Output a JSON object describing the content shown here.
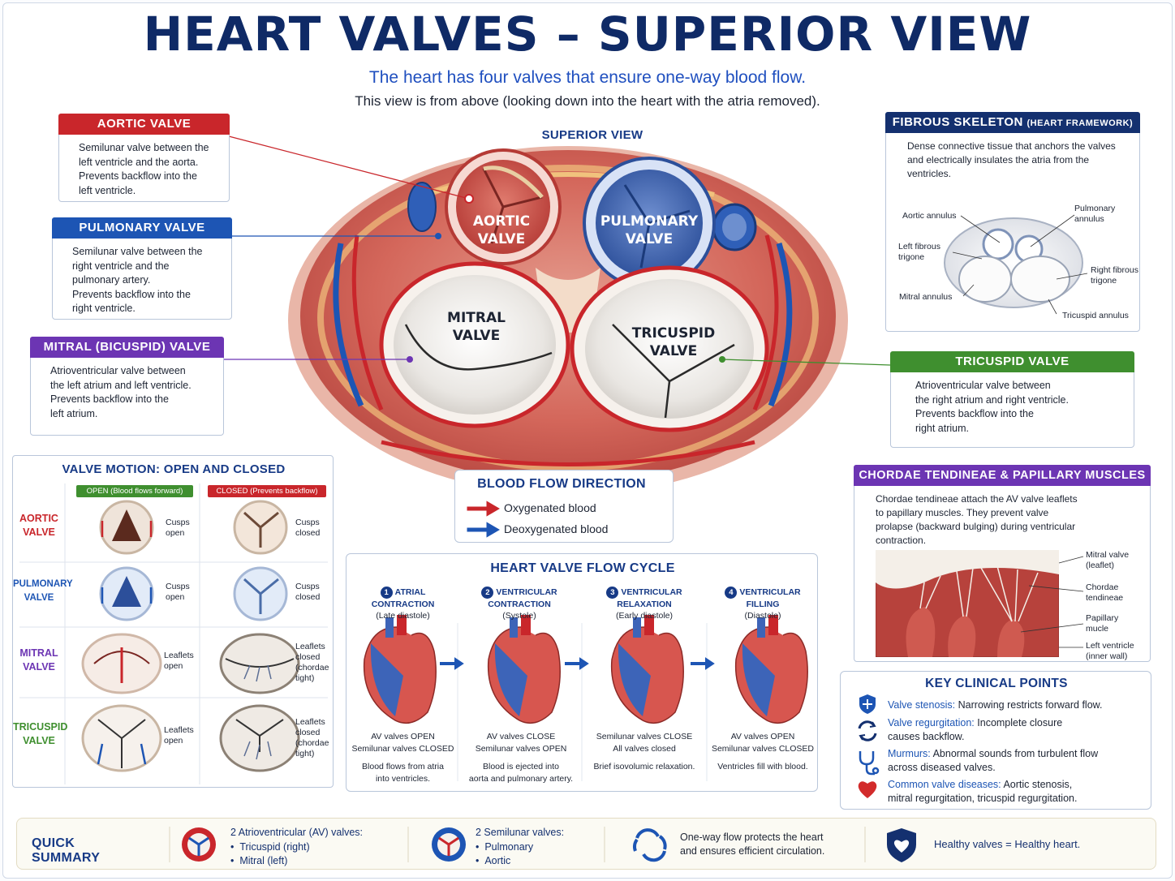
{
  "header": {
    "title": "HEART VALVES – SUPERIOR VIEW",
    "subtitle": "The heart has four valves that ensure one-way blood flow.",
    "subtitle2": "This view is from above (looking down into the heart with the atria removed)."
  },
  "center": {
    "view_label": "SUPERIOR VIEW",
    "aortic": [
      "AORTIC",
      "VALVE"
    ],
    "pulmonary": [
      "PULMONARY",
      "VALVE"
    ],
    "mitral": [
      "MITRAL",
      "VALVE"
    ],
    "tricuspid": [
      "TRICUSPID",
      "VALVE"
    ]
  },
  "callouts": {
    "aortic": {
      "title": "AORTIC VALVE",
      "lines": [
        "Semilunar valve between the",
        "left ventricle and the aorta.",
        "Prevents backflow into the",
        "left ventricle."
      ]
    },
    "pulmonary": {
      "title": "PULMONARY VALVE",
      "lines": [
        "Semilunar valve between the",
        "right ventricle and the",
        "pulmonary artery.",
        "Prevents backflow into the",
        "right ventricle."
      ]
    },
    "mitral": {
      "title": "MITRAL (BICUSPID) VALVE",
      "lines": [
        "Atrioventricular valve between",
        "the left atrium and left ventricle.",
        "Prevents backflow into the",
        "left atrium."
      ]
    },
    "tricuspid": {
      "title": "TRICUSPID VALVE",
      "lines": [
        "Atrioventricular valve between",
        "the right atrium and right ventricle.",
        "Prevents backflow into the",
        "right atrium."
      ]
    }
  },
  "fibrous": {
    "title": "FIBROUS SKELETON",
    "title_note": "(HEART FRAMEWORK)",
    "lines": [
      "Dense connective tissue that anchors the valves",
      "and electrically insulates the atria from the",
      "ventricles."
    ],
    "labels": {
      "aortic_annulus": "Aortic annulus",
      "pulmonary_annulus": [
        "Pulmonary",
        "annulus"
      ],
      "left_trigone": [
        "Left fibrous",
        "trigone"
      ],
      "right_trigone": [
        "Right fibrous",
        "trigone"
      ],
      "mitral_annulus": "Mitral annulus",
      "tricuspid_annulus": "Tricuspid annulus"
    }
  },
  "motion": {
    "title": "VALVE MOTION: OPEN AND CLOSED",
    "open_header": "OPEN (Blood flows forward)",
    "closed_header": "CLOSED (Prevents backflow)",
    "rows": [
      {
        "name": [
          "AORTIC",
          "VALVE"
        ],
        "color": "#c9262b",
        "open": [
          "Cusps",
          "open"
        ],
        "closed": [
          "Cusps",
          "closed"
        ]
      },
      {
        "name": [
          "PULMONARY",
          "VALVE"
        ],
        "color": "#1d55b4",
        "open": [
          "Cusps",
          "open"
        ],
        "closed": [
          "Cusps",
          "closed"
        ]
      },
      {
        "name": [
          "MITRAL",
          "VALVE"
        ],
        "color": "#6c35b3",
        "open": [
          "Leaflets",
          "open"
        ],
        "closed": [
          "Leaflets",
          "closed",
          "(chordae",
          "tight)"
        ]
      },
      {
        "name": [
          "TRICUSPID",
          "VALVE"
        ],
        "color": "#3f8f2f",
        "open": [
          "Leaflets",
          "open"
        ],
        "closed": [
          "Leaflets",
          "closed",
          "(chordae",
          "tight)"
        ]
      }
    ]
  },
  "flow_direction": {
    "title": "BLOOD FLOW DIRECTION",
    "oxygenated": "Oxygenated blood",
    "deoxygenated": "Deoxygenated blood"
  },
  "cycle": {
    "title": "HEART VALVE FLOW CYCLE",
    "steps": [
      {
        "num": "1",
        "name": "ATRIAL CONTRACTION",
        "phase": "(Late diastole)",
        "state": [
          "AV valves OPEN",
          "Semilunar valves CLOSED"
        ],
        "desc": [
          "Blood flows from atria",
          "into ventricles."
        ]
      },
      {
        "num": "2",
        "name": "VENTRICULAR CONTRACTION",
        "phase": "(Systole)",
        "state": [
          "AV valves CLOSE",
          "Semilunar valves OPEN"
        ],
        "desc": [
          "Blood is ejected into",
          "aorta and pulmonary artery."
        ]
      },
      {
        "num": "3",
        "name": "VENTRICULAR RELAXATION",
        "phase": "(Early diastole)",
        "state": [
          "Semilunar valves CLOSE",
          "All valves closed"
        ],
        "desc": [
          "Brief isovolumic relaxation."
        ]
      },
      {
        "num": "4",
        "name": "VENTRICULAR FILLING",
        "phase": "(Diastole)",
        "state": [
          "AV valves OPEN",
          "Semilunar valves CLOSED"
        ],
        "desc": [
          "Ventricles fill with blood."
        ]
      }
    ]
  },
  "chordae": {
    "title": "CHORDAE TENDINEAE & PAPILLARY MUSCLES",
    "lines": [
      "Chordae tendineae attach the AV valve leaflets",
      "to papillary muscles. They prevent valve",
      "prolapse (backward bulging) during ventricular",
      "contraction."
    ],
    "labels": {
      "mitral_leaflet": [
        "Mitral valve",
        "(leaflet)"
      ],
      "chordae": [
        "Chordae",
        "tendineae"
      ],
      "papillary": [
        "Papillary",
        "mucle"
      ],
      "lv_wall": [
        "Left ventricle",
        "(inner wall)"
      ]
    }
  },
  "clinical": {
    "title": "KEY CLINICAL POINTS",
    "items": [
      {
        "term": "Valve stenosis:",
        "text": [
          "Narrowing restricts forward flow."
        ]
      },
      {
        "term": "Valve regurgitation:",
        "text": [
          "Incomplete closure",
          "causes backflow."
        ]
      },
      {
        "term": "Murmurs:",
        "text": [
          "Abnormal sounds from turbulent flow",
          "across diseased valves."
        ]
      },
      {
        "term": "Common valve diseases:",
        "text": [
          "Aortic stenosis,",
          "mitral regurgitation, tricuspid regurgitation."
        ]
      }
    ]
  },
  "summary": {
    "title": "QUICK SUMMARY",
    "av_title": "2 Atrioventricular (AV) valves:",
    "av_items": [
      "Tricuspid (right)",
      "Mitral (left)"
    ],
    "sl_title": "2 Semilunar valves:",
    "sl_items": [
      "Pulmonary",
      "Aortic"
    ],
    "oneway": [
      "One-way flow protects the heart",
      "and ensures efficient circulation."
    ],
    "healthy": "Healthy valves = Healthy heart."
  },
  "colors": {
    "red": "#c9262b",
    "blue": "#1d55b4",
    "purple": "#6c35b3",
    "green": "#3f8f2f",
    "navy": "#14306f"
  }
}
